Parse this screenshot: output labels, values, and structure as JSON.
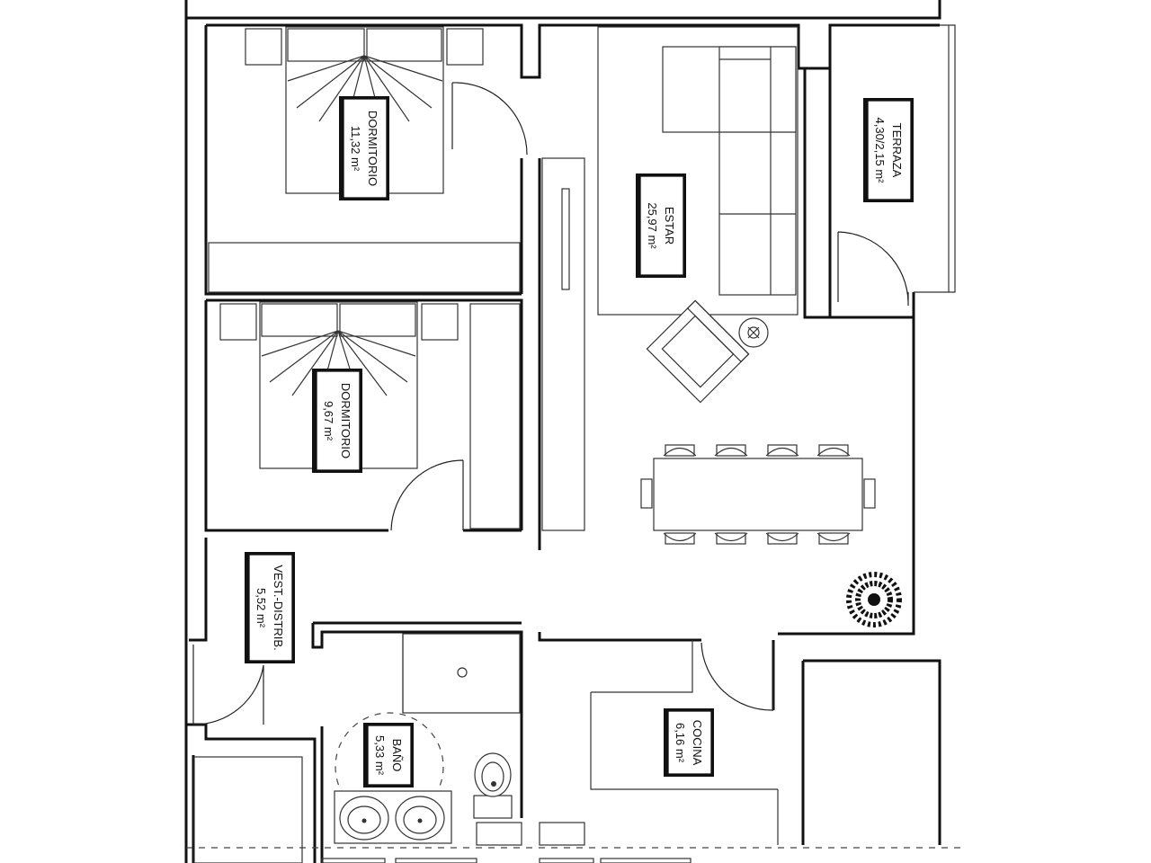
{
  "rooms": [
    {
      "id": "dormitorio1",
      "name": "DORMITORIO",
      "area": "11,32 m²"
    },
    {
      "id": "dormitorio2",
      "name": "DORMITORIO",
      "area": "9,67 m²"
    },
    {
      "id": "estar",
      "name": "ESTAR",
      "area": "25,97 m²"
    },
    {
      "id": "terraza",
      "name": "TERRAZA",
      "area": "4,30/2,15 m²"
    },
    {
      "id": "vestibulo",
      "name": "VEST.-DISTRIB.",
      "area": "5,52 m²"
    },
    {
      "id": "bano",
      "name": "BAÑO",
      "area": "5,33 m²"
    },
    {
      "id": "cocina",
      "name": "COCINA",
      "area": "6,16 m²"
    }
  ],
  "icons": {
    "bed": "double-bed-icon",
    "sofa": "sofa-icon",
    "armchair": "armchair-icon",
    "table": "dining-table-icon",
    "plant": "plant-icon",
    "toilet": "toilet-icon",
    "sink": "sink-icon"
  }
}
